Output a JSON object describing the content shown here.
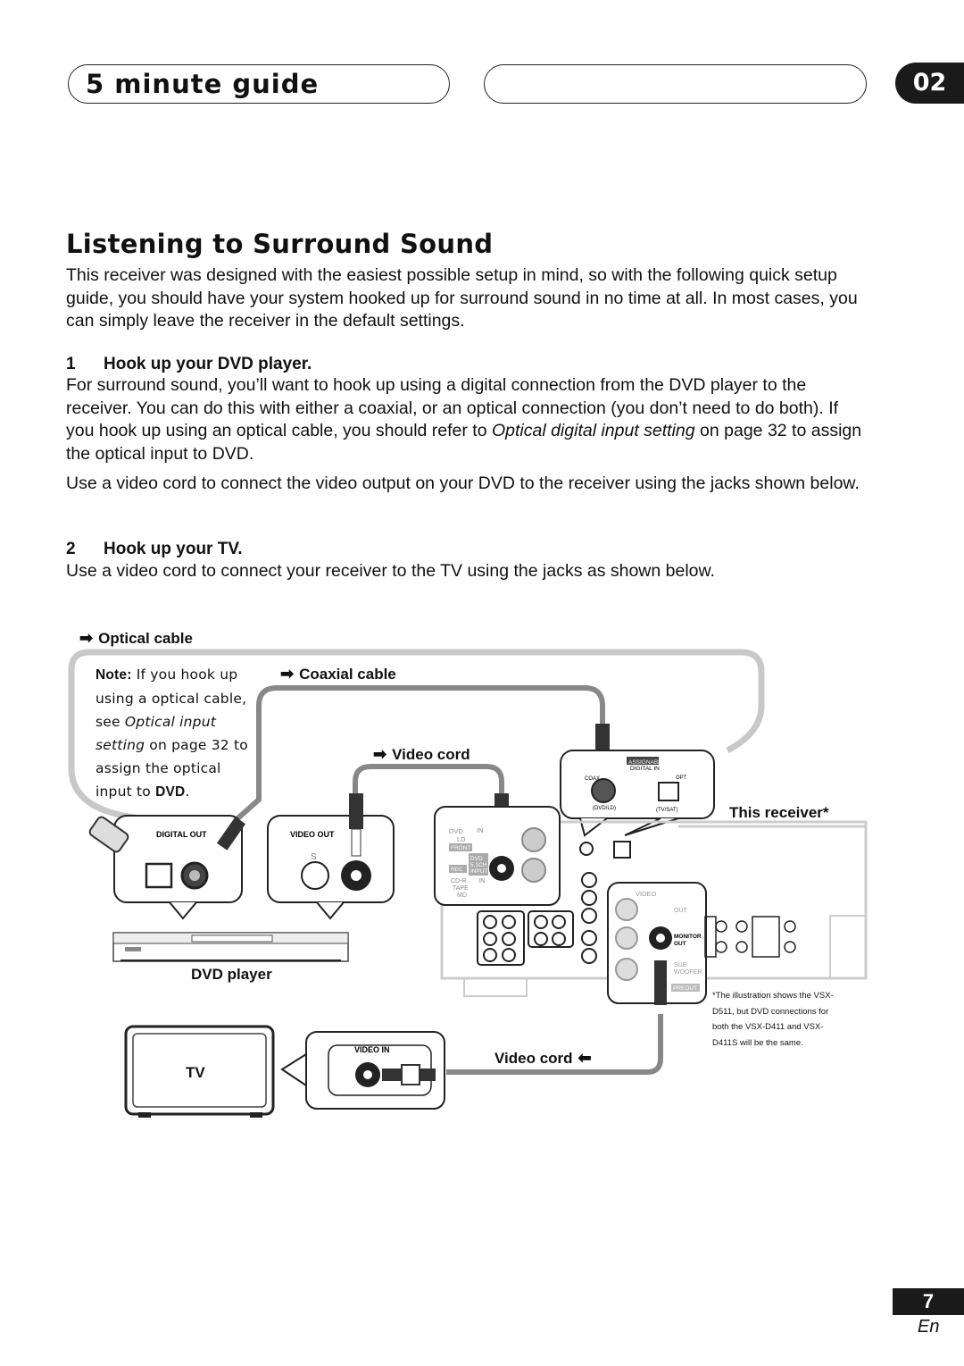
{
  "header": {
    "title": "5 minute guide",
    "chapter": "02"
  },
  "section": {
    "title": "Listening to Surround Sound",
    "intro": "This receiver was designed with the easiest possible setup in mind, so with the following quick setup guide, you should have your system hooked up for surround sound in no time at all. In most cases, you can simply leave the receiver in the default settings."
  },
  "steps": [
    {
      "number": "1",
      "title": "Hook up your DVD player.",
      "body_before": "For surround sound, you’ll want to hook up using a digital connection from the DVD player to the receiver. You can do this with either a coaxial, or an optical connection (you don’t need to do both). If you hook up using an optical cable, you should refer to ",
      "body_italic": "Optical digital input setting",
      "body_after": " on page 32 to assign the optical input to DVD.",
      "body2": "Use a video cord to connect the video output on your DVD to the receiver using the jacks shown below."
    },
    {
      "number": "2",
      "title": "Hook up your TV.",
      "body": "Use a video cord to connect your receiver to the TV using the jacks as shown below."
    }
  ],
  "diagram": {
    "optical_cable": "Optical cable",
    "coaxial_cable": "Coaxial cable",
    "video_cord_top": "Video cord",
    "video_cord_bottom": "Video cord",
    "this_receiver": "This receiver*",
    "dvd_player": "DVD player",
    "tv": "TV",
    "note_bold": "Note:",
    "note_text1": " If you hook up using a optical cable, see ",
    "note_italic": "Optical input setting",
    "note_text2": " on page 32 to assign the optical input to ",
    "note_bold2": "DVD",
    "note_end": ".",
    "jack_digital_out": "DIGITAL OUT",
    "jack_video_out": "VIDEO OUT",
    "jack_video_in": "VIDEO IN",
    "jack_s": "S",
    "receiver_assignable": "ASSIGNABLE",
    "receiver_digital_in": "DIGITAL IN",
    "receiver_coax": "COAX",
    "receiver_opt": "OPT",
    "receiver_dvd_ld": "(DVD/LD)",
    "receiver_tv_sat": "(TV/SAT)",
    "receiver_dvd_label": "DVD",
    "receiver_ld_label": "LD",
    "receiver_in": "IN",
    "receiver_front": "FRONT",
    "receiver_rec": "REC",
    "receiver_dvd_51": "DVD",
    "receiver_51ch": "5.1CH",
    "receiver_input": "INPUT",
    "receiver_cdr": "CD-R",
    "receiver_tape": "TAPE",
    "receiver_md": "MD",
    "receiver_video": "VIDEO",
    "receiver_out": "OUT",
    "receiver_monitor": "MONITOR",
    "receiver_monitor_out": "OUT",
    "receiver_sub": "SUB",
    "receiver_woofer": "WOOFER",
    "receiver_preout": "PREOUT",
    "caption": "*The illustration shows the VSX-D511, but DVD connections for both the VSX-D411 and VSX-D411S will be the same."
  },
  "footer": {
    "page": "7",
    "lang": "En"
  }
}
